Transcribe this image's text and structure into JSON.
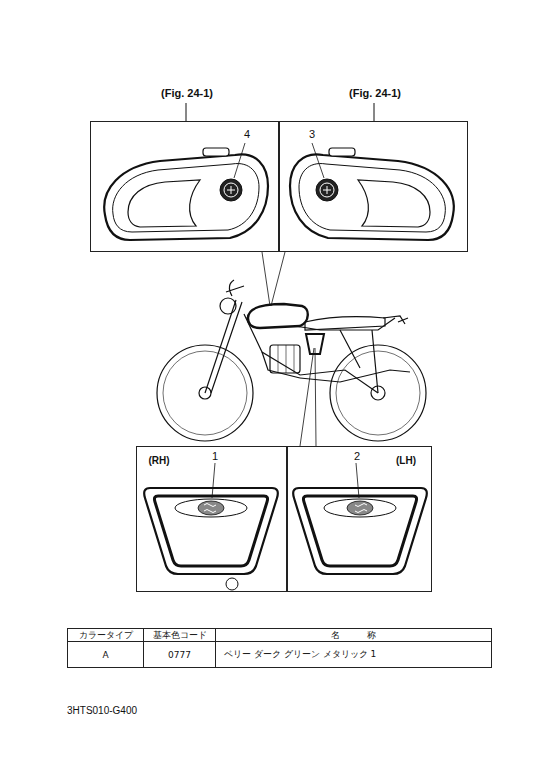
{
  "diagram": {
    "nodes": [
      {
        "text": [
          "(Fig. 24-1)",
          "4"
        ]
      },
      {
        "text": [
          "(Fig. 24-1)",
          "3"
        ]
      },
      {
        "text": [
          "(RH)",
          "1"
        ]
      },
      {
        "text": [
          "(LH)",
          "2"
        ]
      }
    ],
    "labels": [
      "カラータイプ",
      "基本色コード",
      "名　　　称",
      "A",
      "0777",
      "ベリー ダーク グリーン メタリック 1",
      "3HTS010-G400"
    ]
  }
}
